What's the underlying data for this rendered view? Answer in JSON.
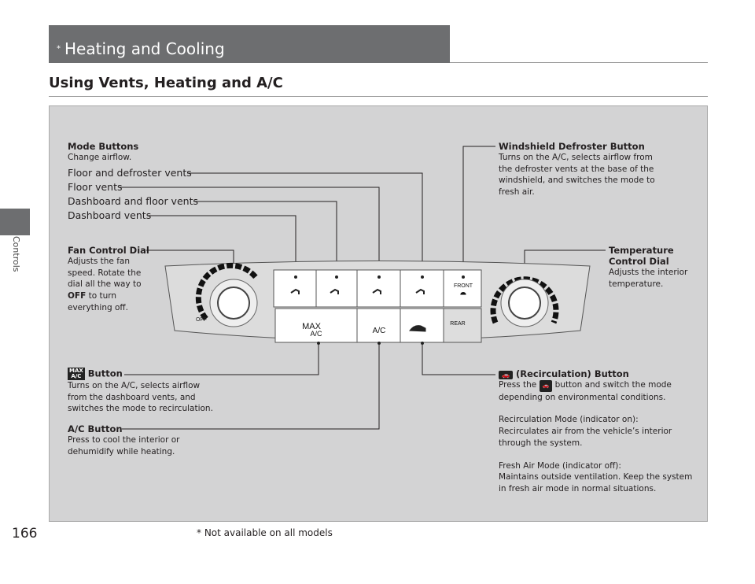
{
  "header": {
    "title": "Heating and Cooling",
    "asterisk": "*"
  },
  "subtitle": "Using Vents, Heating and A/C",
  "sidebar": {
    "section": "Controls"
  },
  "page_number": "166",
  "footnote": "* Not available on all models",
  "labels": {
    "mode_buttons": {
      "title": "Mode Buttons",
      "desc": "Change airflow."
    },
    "floor_defroster": "Floor and defroster vents",
    "floor": "Floor vents",
    "dash_floor": "Dashboard and floor vents",
    "dash": "Dashboard vents",
    "fan": {
      "title": "Fan Control Dial",
      "l1": "Adjusts the fan",
      "l2": "speed. Rotate the",
      "l3": "dial all the way to",
      "l4_bold": "OFF",
      "l4": " to turn",
      "l5": "everything off."
    },
    "defroster": {
      "title": "Windshield Defroster Button",
      "l1": "Turns on the A/C, selects airflow from",
      "l2": "the defroster vents at the base of the",
      "l3": "windshield, and switches the mode to",
      "l4": "fresh air."
    },
    "temp": {
      "title1": "Temperature",
      "title2": "Control Dial",
      "l1": "Adjusts the interior",
      "l2": "temperature."
    },
    "max": {
      "icon_top": "MAX",
      "icon_bottom": "A/C",
      "title": "Button",
      "l1": "Turns on the A/C, selects airflow",
      "l2": "from the dashboard vents, and",
      "l3": "switches the mode to recirculation."
    },
    "ac": {
      "title": "A/C Button",
      "l1": "Press to cool the interior or",
      "l2": "dehumidify while heating."
    },
    "recirc": {
      "title": "(Recirculation) Button",
      "l1a": "Press the",
      "l1b": "button and switch the mode",
      "l2": "depending on environmental conditions.",
      "l3": "Recirculation Mode (indicator on):",
      "l4": "Recirculates air from the vehicle’s interior",
      "l5": "through the system.",
      "l6": "Fresh Air Mode (indicator off):",
      "l7": "Maintains outside ventilation. Keep the system",
      "l8": "in fresh air mode in normal situations."
    }
  },
  "panel": {
    "off": "OFF",
    "front": "FRONT",
    "max1": "MAX",
    "max2": "A/C",
    "ac": "A/C",
    "rear": "REAR"
  }
}
